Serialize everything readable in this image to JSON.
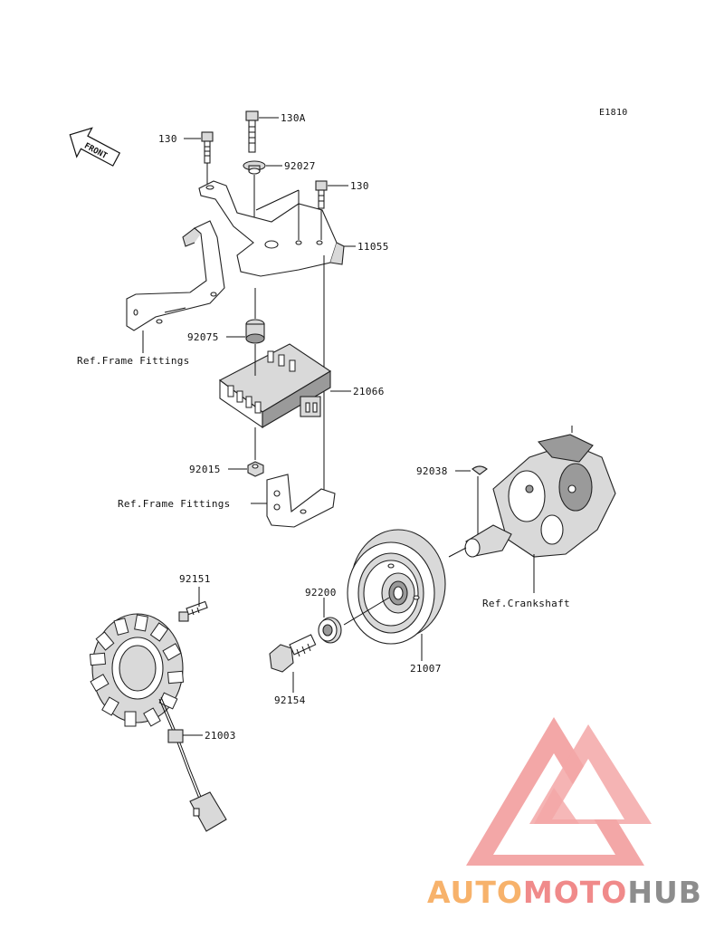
{
  "diagram_code": "E1810",
  "front_arrow_label": "FRONT",
  "parts": [
    {
      "id": "p130a_top",
      "number": "130"
    },
    {
      "id": "p130a",
      "number": "130A"
    },
    {
      "id": "p92027",
      "number": "92027"
    },
    {
      "id": "p130_right",
      "number": "130"
    },
    {
      "id": "p11055",
      "number": "11055"
    },
    {
      "id": "p92075",
      "number": "92075"
    },
    {
      "id": "p21066",
      "number": "21066"
    },
    {
      "id": "p92015",
      "number": "92015"
    },
    {
      "id": "p92038",
      "number": "92038"
    },
    {
      "id": "p92151",
      "number": "92151"
    },
    {
      "id": "p92200",
      "number": "92200"
    },
    {
      "id": "p92154",
      "number": "92154"
    },
    {
      "id": "p21007",
      "number": "21007"
    },
    {
      "id": "p21003",
      "number": "21003"
    }
  ],
  "references": {
    "frame_fittings_upper": "Ref.Frame Fittings",
    "frame_fittings_lower": "Ref.Frame Fittings",
    "crankshaft": "Ref.Crankshaft"
  },
  "watermark": {
    "part1": "AUTO",
    "part2": "MOTO",
    "part3": "HUB",
    "color_orange": "#f7b26b",
    "color_red": "#f08a8a",
    "color_gray": "#8d8d8d"
  }
}
